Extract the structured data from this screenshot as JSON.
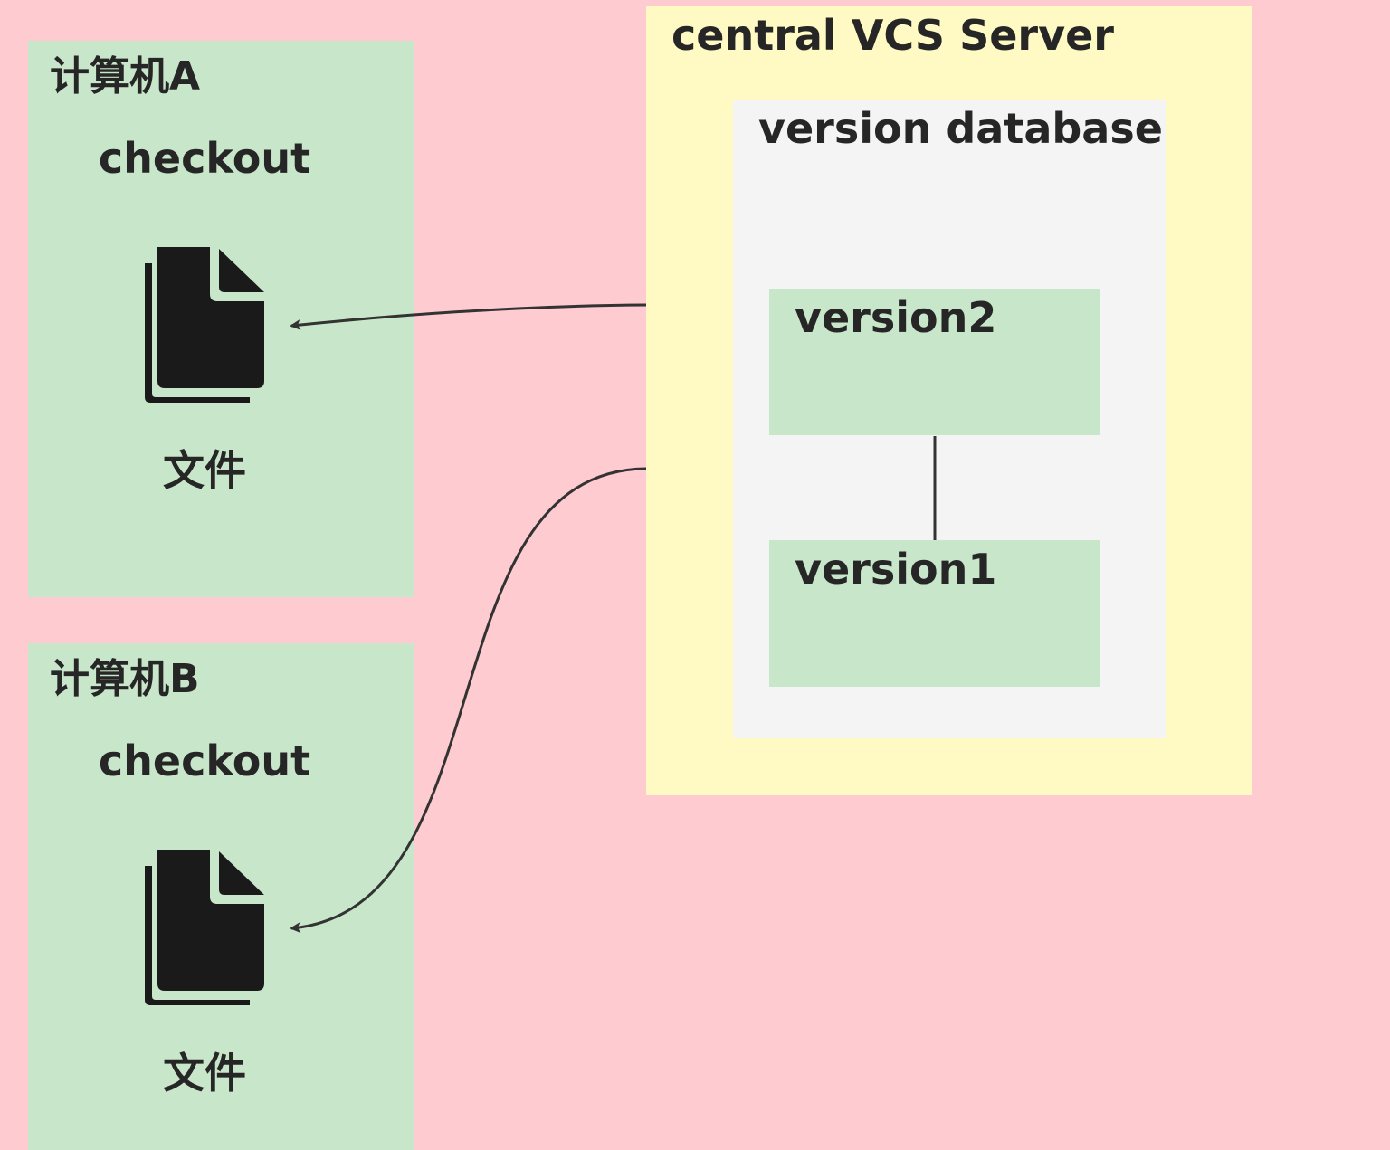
{
  "computer_a": {
    "title": "计算机A",
    "action": "checkout",
    "file_label": "文件",
    "icon": "file-icon"
  },
  "computer_b": {
    "title": "计算机B",
    "action": "checkout",
    "file_label": "文件",
    "icon": "file-icon"
  },
  "server": {
    "title": "central VCS Server",
    "database": {
      "title": "version database",
      "versions": [
        "version2",
        "version1"
      ]
    }
  },
  "colors": {
    "background": "#fecbd0",
    "computer_fill": "#c8e6c9",
    "server_fill": "#fff9c4",
    "database_fill": "#f4f4f4",
    "version_fill": "#c8e6c9",
    "connector": "#333333",
    "icon": "#1a1a1a"
  }
}
